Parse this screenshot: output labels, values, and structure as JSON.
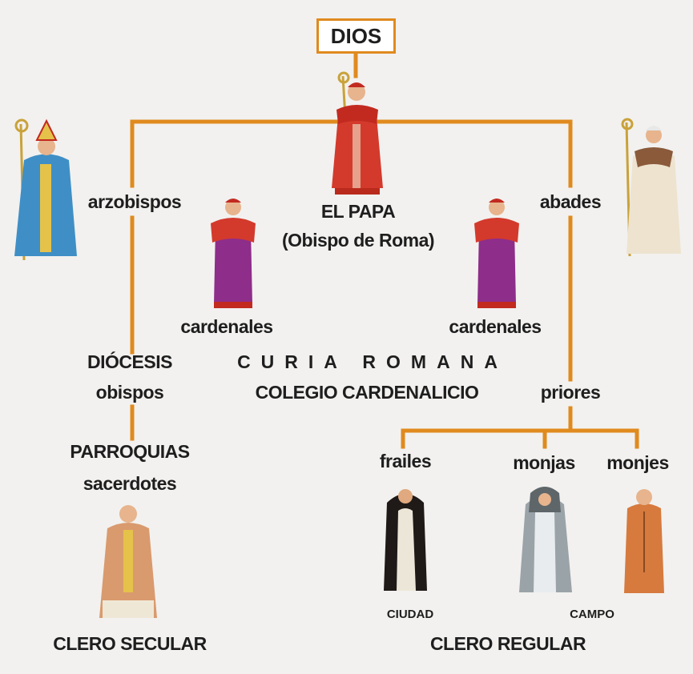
{
  "diagram": {
    "top": "DIOS",
    "pope": {
      "name": "EL PAPA",
      "title": "(Obispo de Roma)"
    },
    "left_branch": {
      "archbishops": "arzobispos",
      "diocese": "DIÓCESIS",
      "bishops": "obispos",
      "parishes": "PARROQUIAS",
      "priests": "sacerdotes",
      "group": "CLERO SECULAR"
    },
    "center": {
      "cardinals_left": "cardenales",
      "cardinals_right": "cardenales",
      "curia": "CURIA ROMANA",
      "college": "COLEGIO CARDENALICIO"
    },
    "right_branch": {
      "abbots": "abades",
      "priors": "priores",
      "friars": "frailes",
      "nuns": "monjas",
      "monks": "monjes",
      "city": "CIUDAD",
      "countryside": "CAMPO",
      "group": "CLERO REGULAR"
    },
    "colors": {
      "connector": "#e08a1e",
      "background": "#f2f1ef",
      "text": "#1e1e1e",
      "pope_robe": "#d33a2c",
      "cardinal_robe": "#8e2d8a",
      "archbishop_robe": "#3f8fc6",
      "abbot_robe": "#ede3cf",
      "priest_robe": "#d99a6e",
      "friar_cloak": "#1f1a17",
      "nun_robe": "#9aa3a8",
      "monk_robe": "#d67a3e"
    }
  }
}
